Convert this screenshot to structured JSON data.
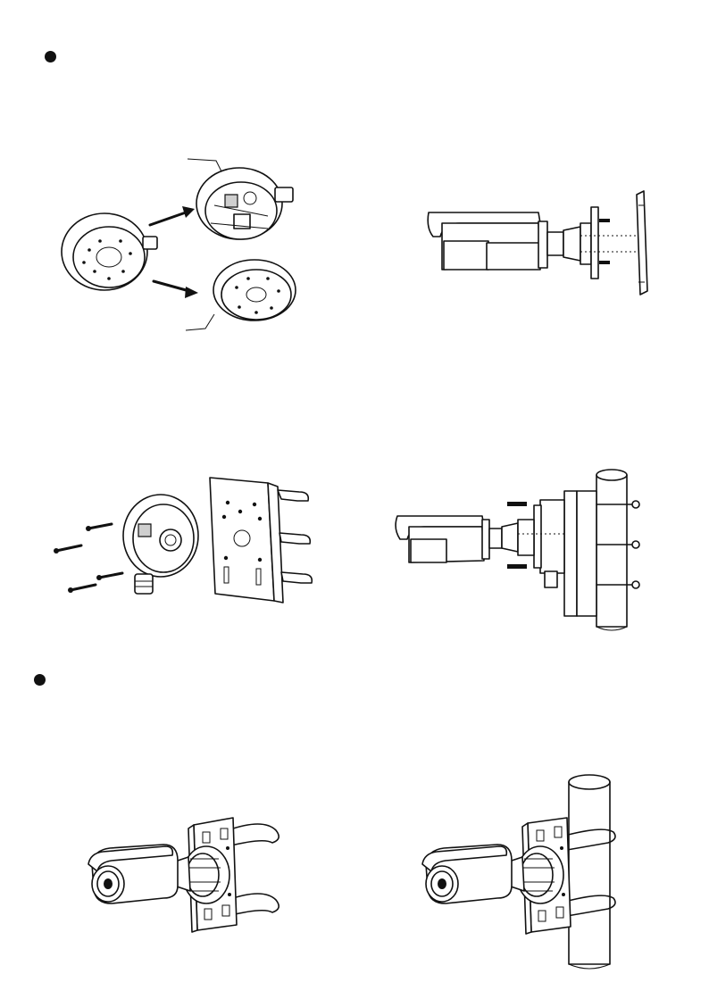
{
  "figures": [
    {
      "id": "junction-box-separation",
      "icon": "junction-box-exploded-icon"
    },
    {
      "id": "camera-wall-side-view",
      "icon": "camera-wall-mount-side-icon"
    },
    {
      "id": "junction-box-pole-adapter",
      "icon": "pole-adapter-screws-icon"
    },
    {
      "id": "camera-pole-side-view",
      "icon": "camera-pole-mount-side-icon"
    },
    {
      "id": "camera-pole-bracket",
      "icon": "camera-pole-bracket-icon"
    },
    {
      "id": "camera-on-pole",
      "icon": "camera-on-pole-icon"
    }
  ],
  "bullets": [
    {
      "id": "section-1-bullet"
    },
    {
      "id": "section-2-bullet"
    }
  ]
}
